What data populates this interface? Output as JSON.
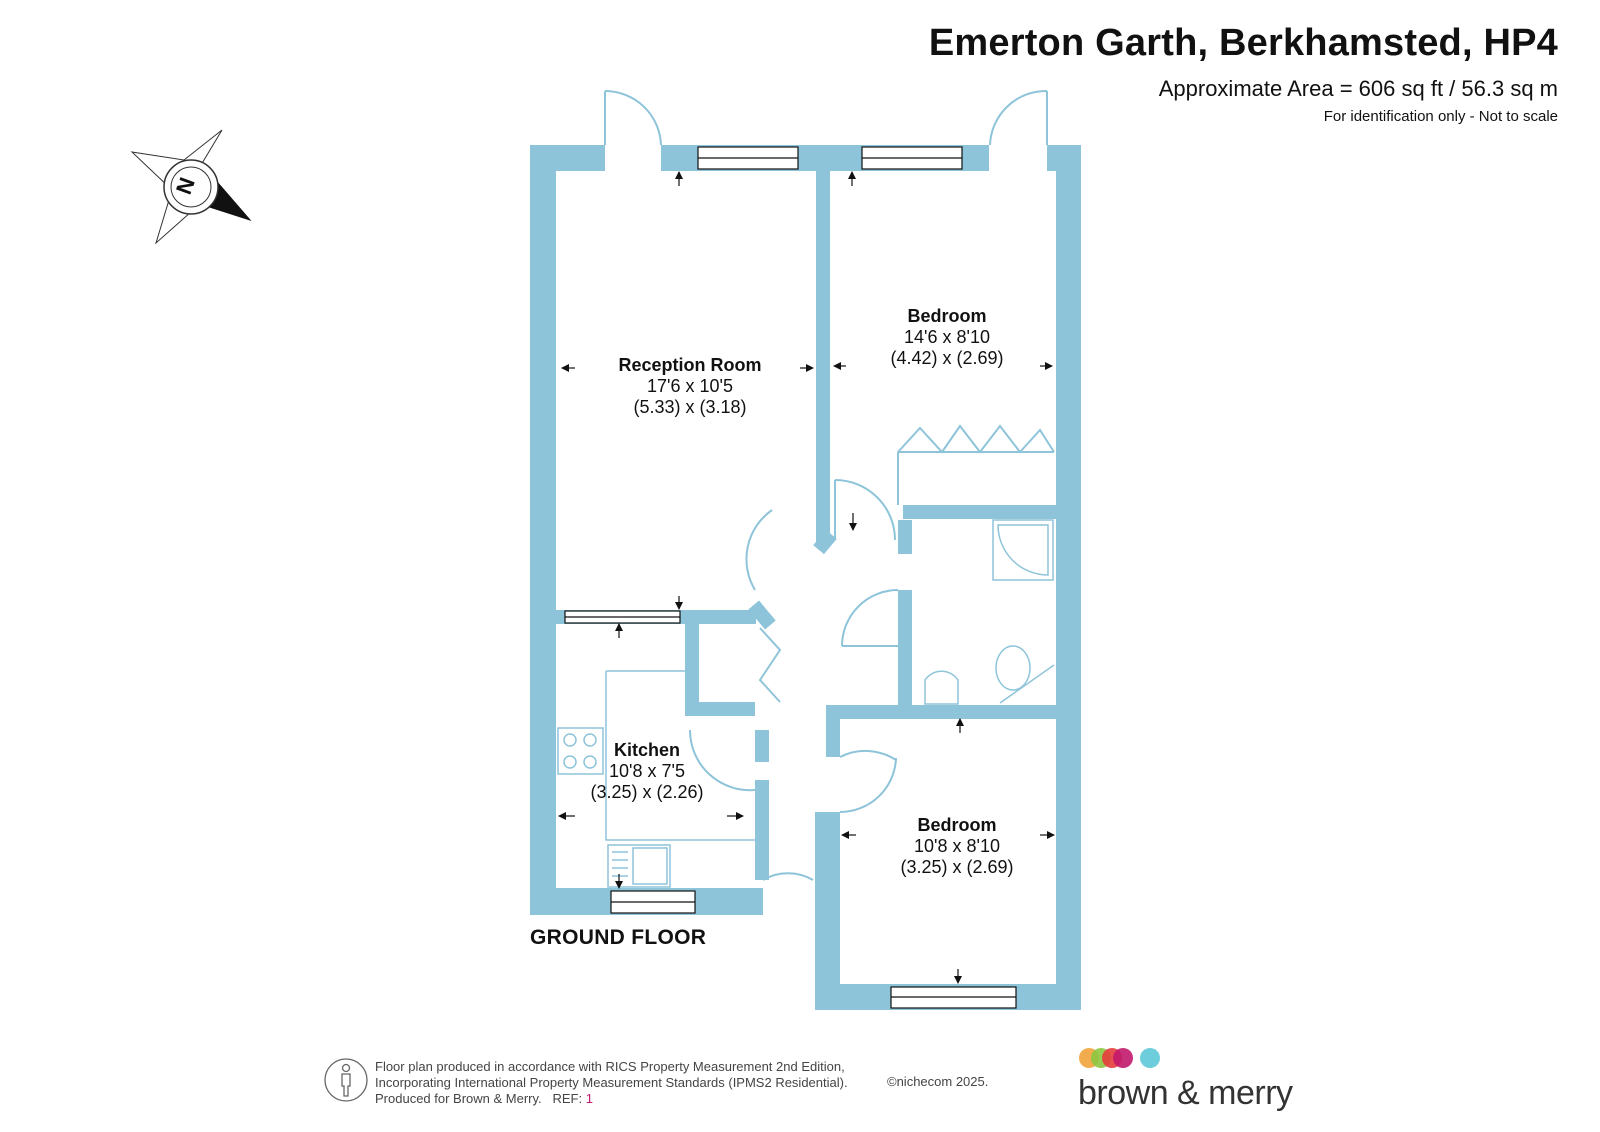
{
  "header": {
    "title": "Emerton Garth, Berkhamsted, HP4",
    "area": "Approximate Area = 606 sq ft / 56.3 sq m",
    "note": "For identification only - Not to scale"
  },
  "compass": {
    "letter": "N"
  },
  "rooms": [
    {
      "name": "Reception Room",
      "imperial": "17'6 x 10'5",
      "metric": "(5.33) x (3.18)"
    },
    {
      "name": "Bedroom",
      "imperial": "14'6 x 8'10",
      "metric": "(4.42) x (2.69)"
    },
    {
      "name": "Kitchen",
      "imperial": "10'8 x 7'5",
      "metric": "(3.25) x (2.26)"
    },
    {
      "name": "Bedroom",
      "imperial": "10'8 x 8'10",
      "metric": "(3.25) x (2.69)"
    }
  ],
  "floor_label": "GROUND FLOOR",
  "footer": {
    "line1": "Floor plan produced in accordance with RICS Property Measurement 2nd Edition,",
    "line2": "Incorporating International Property Measurement Standards (IPMS2 Residential).",
    "line3": "Produced for Brown & Merry.",
    "ref_label": "REF:",
    "ref_value": "1",
    "copyright": "©nichecom 2025."
  },
  "brand": {
    "name": "brown & merry",
    "dot_colors": [
      "#f2a33a",
      "#8dc63f",
      "#e63c3c",
      "#c2186b",
      "#5ec8d8"
    ]
  },
  "colors": {
    "wall": "#8ec4da",
    "line": "#8ec4da",
    "ink": "#111111"
  }
}
